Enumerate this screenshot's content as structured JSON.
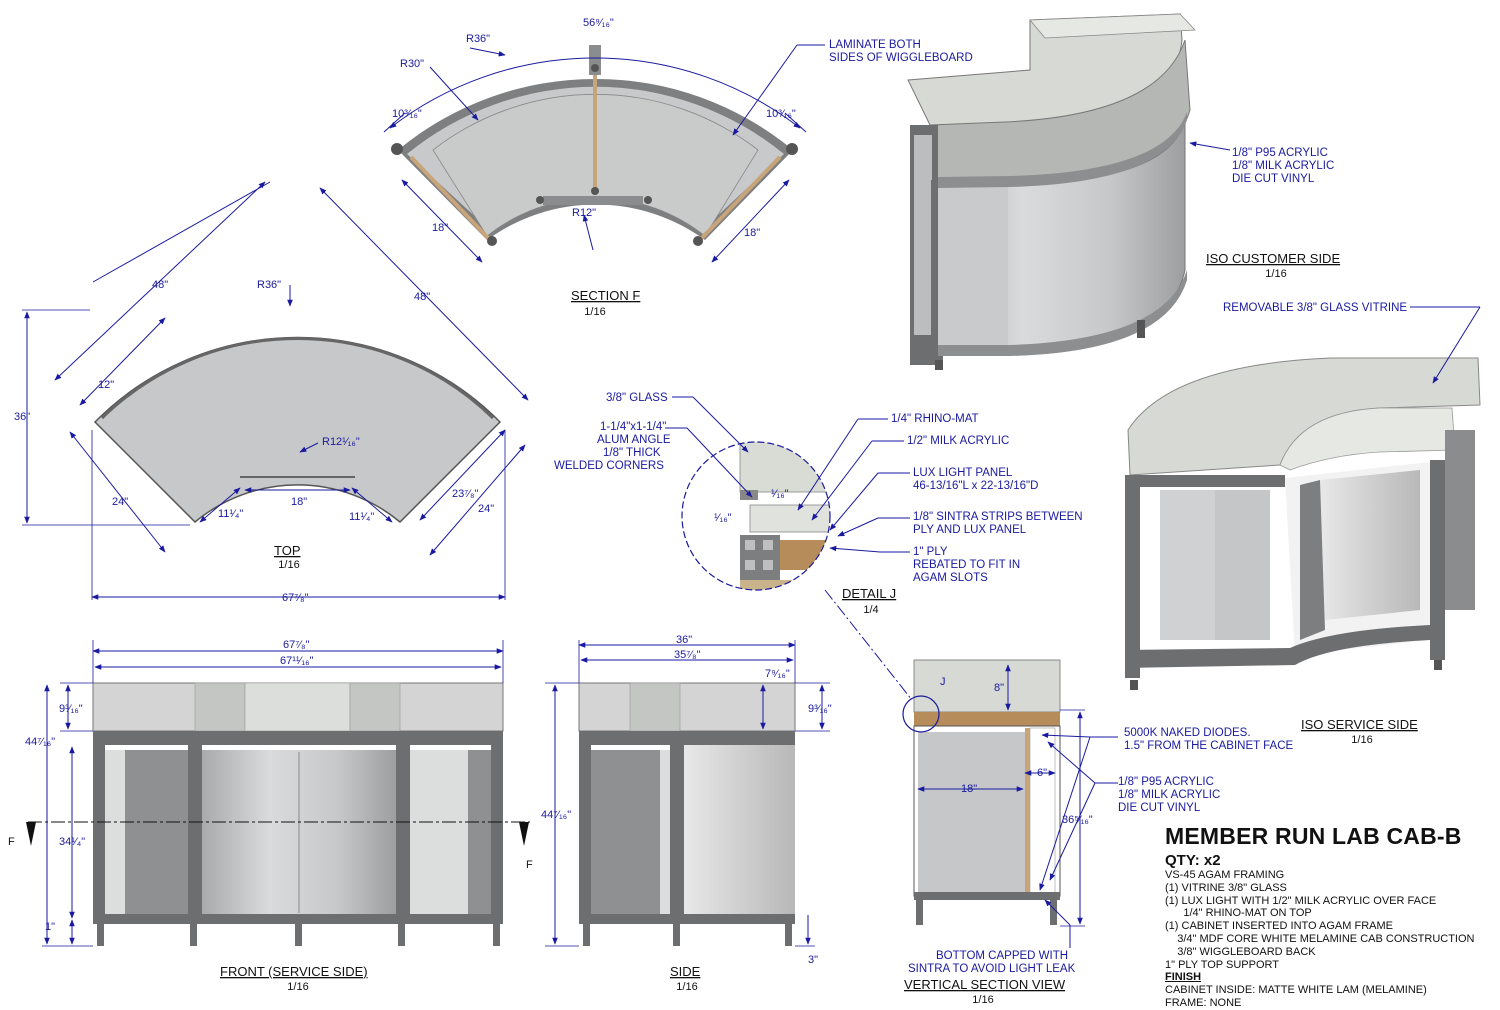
{
  "section_f": {
    "top": "56⁹⁄₁₆\"",
    "r36": "R36\"",
    "r30": "R30\"",
    "l10": "10³⁄₁₆\"",
    "r10": "10³⁄₁₆\"",
    "l18": "18\"",
    "r18": "18\"",
    "r12": "R12\"",
    "title": "SECTION F",
    "scale": "1/16",
    "laminate_note": [
      "LAMINATE BOTH",
      "SIDES OF WIGGLEBOARD"
    ]
  },
  "top_view": {
    "d48a": "48\"",
    "d48b": "48\"",
    "r36": "R36\"",
    "d12": "12\"",
    "d36": "36\"",
    "r12": "R12¹⁄₁₆\"",
    "d24a": "24\"",
    "d24b": "24\"",
    "d23": "23⁷⁄₈\"",
    "d11a": "11¹⁄₄\"",
    "d18": "18\"",
    "d11b": "11¹⁄₄\"",
    "title": "TOP",
    "scale": "1/16",
    "width": "67⁷⁄₈\""
  },
  "detail_j": {
    "glass": "3/8\" GLASS",
    "angle": [
      "1-1/4\"x1-1/4\"",
      "ALUM ANGLE",
      "1/8\" THICK",
      "WELDED CORNERS"
    ],
    "rhino": "1/4\" RHINO-MAT",
    "milk": "1/2\" MILK ACRYLIC",
    "lux": [
      "LUX LIGHT PANEL",
      "46-13/16\"L x 22-13/16\"D"
    ],
    "sintra": [
      "1/8\" SINTRA STRIPS BETWEEN",
      "PLY AND LUX PANEL"
    ],
    "ply": [
      "1\" PLY",
      "REBATED TO FIT IN",
      "AGAM SLOTS"
    ],
    "d1": "¹⁄₁₆\"",
    "d2": "¹⁄₁₆\"",
    "title": "DETAIL  J",
    "scale": "1/4"
  },
  "iso_customer": {
    "note": [
      "1/8\" P95 ACRYLIC",
      "1/8\" MILK ACRYLIC",
      "DIE CUT VINYL"
    ],
    "title": "ISO CUSTOMER SIDE",
    "scale": "1/16"
  },
  "iso_service": {
    "note": "REMOVABLE 3/8\" GLASS VITRINE",
    "title": "ISO SERVICE SIDE",
    "scale": "1/16"
  },
  "front": {
    "w1": "67⁷⁄₈\"",
    "w2": "67¹¹⁄₁₆\"",
    "h9": "9³⁄₁₆\"",
    "h44": "44⁷⁄₁₆\"",
    "h34": "34¹⁄₄\"",
    "h1": "1\"",
    "f_left": "F",
    "f_right": "F",
    "title": "FRONT (SERVICE SIDE)",
    "scale": "1/16"
  },
  "side": {
    "w36": "36\"",
    "w35": "35⁷⁄₈\"",
    "h7": "7⁹⁄₁₆\"",
    "h9": "9³⁄₁₆\"",
    "h44": "44⁷⁄₁₆\"",
    "h3": "3\"",
    "title": "SIDE",
    "scale": "1/16"
  },
  "vertical": {
    "j": "J",
    "h8": "8\"",
    "d18": "18\"",
    "d6": "6\"",
    "h36": "36⁵⁄₁₆\"",
    "diodes": [
      "5000K NAKED DIODES.",
      "1.5\" FROM THE CABINET FACE"
    ],
    "acrylic": [
      "1/8\" P95 ACRYLIC",
      "1/8\" MILK ACRYLIC",
      "DIE CUT VINYL"
    ],
    "bottom": [
      "BOTTOM CAPPED WITH",
      "SINTRA TO AVOID LIGHT LEAK"
    ],
    "title": "VERTICAL SECTION VIEW",
    "scale": "1/16"
  },
  "title_block": {
    "title": "MEMBER RUN LAB CAB-B",
    "qty": "QTY: x2",
    "lines": [
      "VS-45 AGAM FRAMING",
      "(1) VITRINE 3/8\" GLASS",
      "(1) LUX LIGHT WITH 1/2\" MILK ACRYLIC OVER FACE",
      "      1/4\" RHINO-MAT ON TOP",
      "(1) CABINET INSERTED INTO AGAM FRAME",
      "    3/4\" MDF CORE WHITE MELAMINE CAB CONSTRUCTION",
      "    3/8\" WIGGLEBOARD BACK",
      "1\" PLY TOP SUPPORT"
    ],
    "finish_head": "FINISH",
    "finish_lines": [
      "CABINET INSIDE: MATTE WHITE LAM (MELAMINE)",
      "FRAME: NONE"
    ]
  },
  "colors": {
    "dim": "#1a1aa0",
    "panel": "#c9cacb",
    "frame": "#6d6e70",
    "glass": "#d9dbd6",
    "wood": "#c8a47a"
  }
}
